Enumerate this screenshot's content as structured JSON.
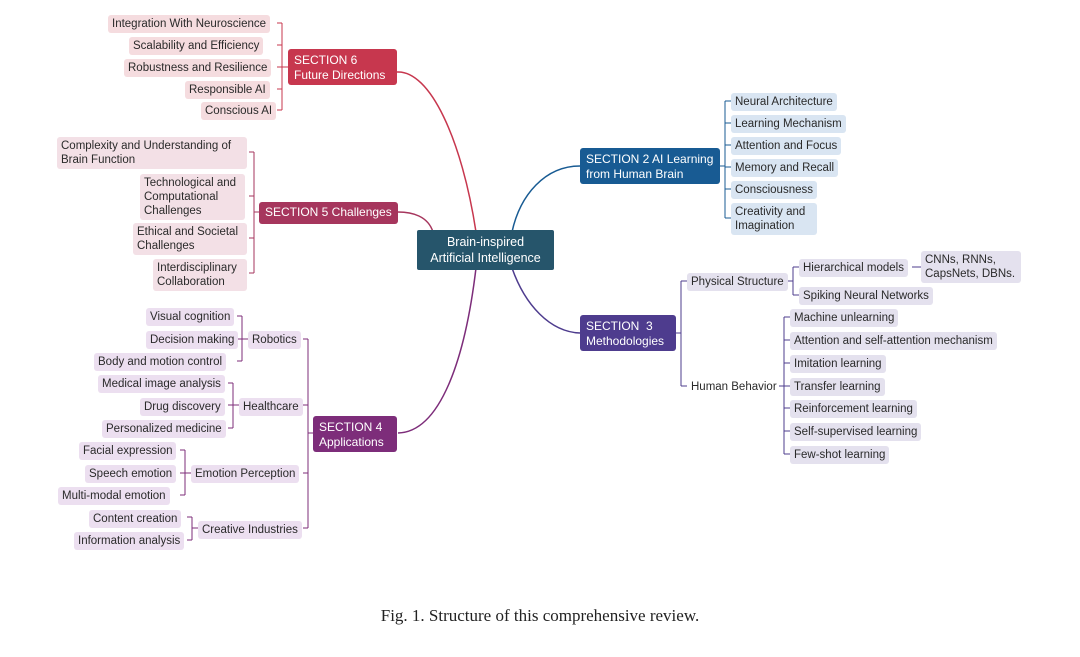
{
  "root": {
    "line1": "Brain-inspired",
    "line2": "Artificial Intelligence"
  },
  "section6": {
    "line1": "SECTION 6",
    "line2": "Future Directions",
    "items": [
      "Integration With Neuroscience",
      "Scalability and Efficiency",
      "Robustness and Resilience",
      "Responsible AI",
      "Conscious AI"
    ]
  },
  "section5": {
    "label": "SECTION 5 Challenges",
    "items": [
      "Complexity and Understanding of Brain Function",
      "Technological and Computational Challenges",
      "Ethical and Societal Challenges",
      "Interdisciplinary Collaboration"
    ]
  },
  "section4": {
    "line1": "SECTION 4",
    "line2": "Applications",
    "robotics": {
      "label": "Robotics",
      "items": [
        "Visual cognition",
        "Decision making",
        "Body and motion control"
      ]
    },
    "healthcare": {
      "label": "Healthcare",
      "items": [
        "Medical image analysis",
        "Drug discovery",
        "Personalized medicine"
      ]
    },
    "emotion": {
      "label": "Emotion Perception",
      "items": [
        "Facial expression",
        "Speech emotion",
        "Multi-modal emotion"
      ]
    },
    "creative": {
      "label": "Creative Industries",
      "items": [
        "Content creation",
        "Information analysis"
      ]
    }
  },
  "section2": {
    "line1": "SECTION 2 AI Learning",
    "line2": "from Human Brain",
    "items": [
      "Neural Architecture",
      "Learning Mechanism",
      "Attention and Focus",
      "Memory and Recall",
      "Consciousness",
      "Creativity and Imagination"
    ]
  },
  "section3": {
    "line1": "SECTION  3",
    "line2": "Methodologies",
    "physical": {
      "label": "Physical Structure",
      "hier": {
        "label": "Hierarchical models",
        "detail": "CNNs, RNNs, CapsNets, DBNs."
      },
      "spiking": "Spiking Neural Networks"
    },
    "behavior": {
      "label": "Human Behavior",
      "items": [
        "Machine unlearning",
        "Attention and self-attention mechanism",
        "Imitation learning",
        "Transfer learning",
        "Reinforcement learning",
        "Self-supervised learning",
        "Few-shot learning"
      ]
    }
  },
  "caption": "Fig. 1.  Structure of this comprehensive review.",
  "colors": {
    "section6": "#c7374e",
    "section5": "#a6365d",
    "section4": "#7d2d7a",
    "section2": "#185b93",
    "section3": "#4e3c8e",
    "root": "#26556b"
  }
}
